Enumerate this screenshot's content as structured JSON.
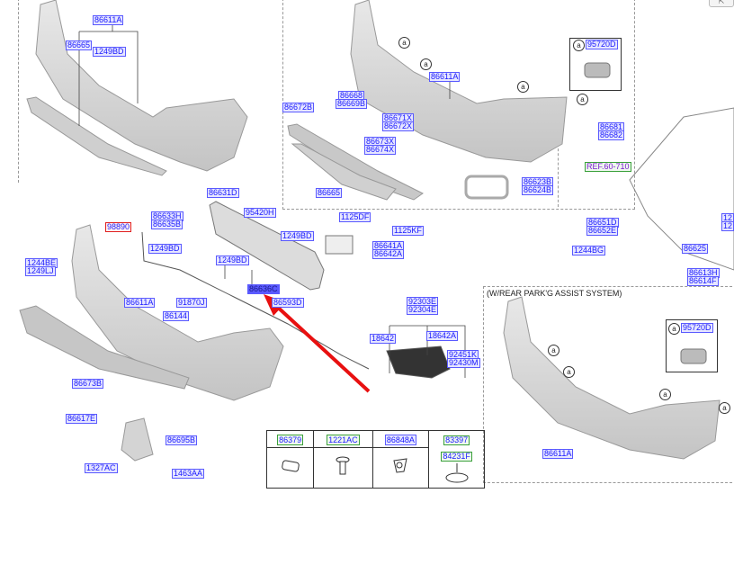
{
  "labels": {
    "tl_86611A": "86611A",
    "tl_86665": "86665",
    "tl_1249BD": "1249BD",
    "tm_86611A": "86611A",
    "tm_86668": "86668",
    "tm_86669B": "86669B",
    "tm_86672B": "86672B",
    "tm_86671X": "86671X",
    "tm_86672X": "86672X",
    "tm_86673X": "86673X",
    "tm_86674X": "86674X",
    "tm_86665": "86665",
    "tm_86623B": "86623B",
    "tm_86624B": "86624B",
    "tm_95720D": "95720D",
    "tm_86681": "86681",
    "tm_86682": "86682",
    "ref": "REF.60-710",
    "m_86631D": "86631D",
    "m_86633H": "86633H",
    "m_86635B": "86635B",
    "m_95420H": "95420H",
    "m_1125DF": "1125DF",
    "m_1249BD_a": "1249BD",
    "m_1249BD_b": "1249BD",
    "m_98890": "98890",
    "m_1125KF": "1125KF",
    "m_86641A": "86641A",
    "m_86642A": "86642A",
    "m_1249BD_c": "1249BD",
    "m_1244BE": "1244BE",
    "m_1249LJ": "1249LJ",
    "m_86636C": "86636C",
    "m_86593D": "86593D",
    "m_86611A": "86611A",
    "m_91870J": "91870J",
    "m_86144": "86144",
    "m_92303E": "92303E",
    "m_92304E": "92304E",
    "m_18642": "18642",
    "m_18642A": "18642A",
    "m_92451K": "92451K",
    "m_92430M": "92430M",
    "b_86673B": "86673B",
    "b_86617E": "86617E",
    "b_86695B": "86695B",
    "b_1327AC": "1327AC",
    "b_1463AA": "1463AA",
    "r_86651D": "86651D",
    "r_86652E": "86652E",
    "r_1244BG": "1244BG",
    "r_86625": "86625",
    "r_86613H": "86613H",
    "r_86614F": "86614F",
    "r_12a": "12",
    "r_12b": "12",
    "br_95720D": "95720D",
    "br_86611A": "86611A"
  },
  "callout": "a",
  "parking_box_title": "(W/REAR PARK'G ASSIST SYSTEM)",
  "fasteners_table": [
    "86379",
    "1221AC",
    "86848A",
    "83397",
    "84231F"
  ],
  "colors": {
    "label_border": "#5a5aff",
    "label_text": "#1a1aff",
    "highlight_arrow": "#e81010",
    "selected_fill": "#5a5aff"
  }
}
